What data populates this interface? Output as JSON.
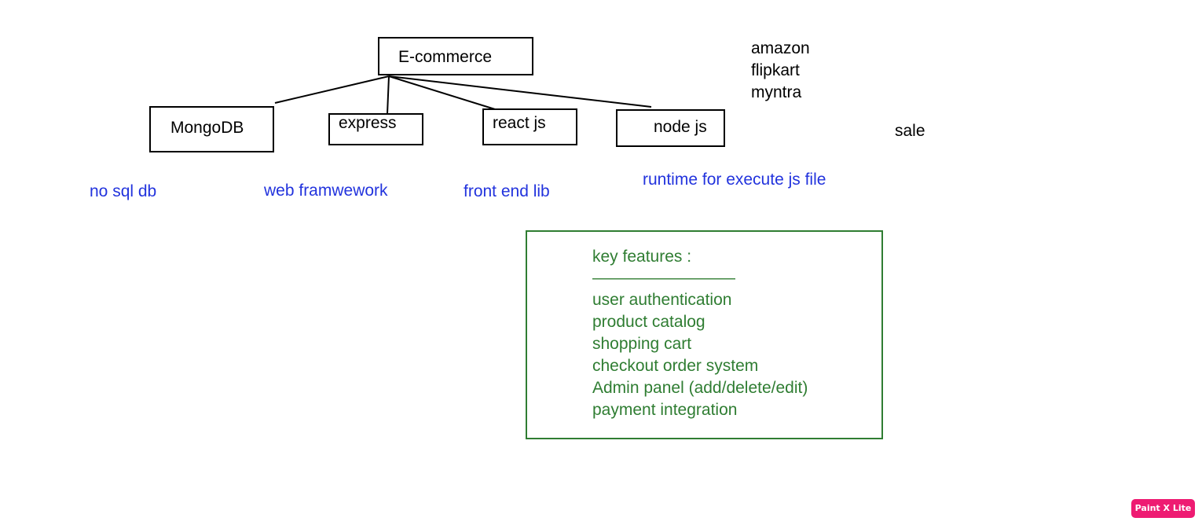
{
  "diagram": {
    "root": {
      "label": "E-commerce"
    },
    "children": [
      {
        "label": "MongoDB",
        "description": "no sql db"
      },
      {
        "label": "express",
        "description": "web framwework"
      },
      {
        "label": "react js",
        "description": "front end lib"
      },
      {
        "label": "node js",
        "description": "runtime for execute js file"
      }
    ],
    "line_color": "#000000",
    "node_border_color": "#000000",
    "description_color": "#2233dd"
  },
  "examples": [
    "amazon",
    "flipkart",
    "myntra"
  ],
  "sale_text": "sale",
  "key_features": {
    "title": "key features :",
    "rule": "——————————",
    "items": [
      "user authentication",
      "product catalog",
      "shopping cart",
      "checkout order system",
      "Admin panel (add/delete/edit)",
      "payment integration"
    ],
    "color": "#2f7d32"
  },
  "watermark": {
    "text": "Paint X Lite",
    "background": "#ee1b72"
  }
}
